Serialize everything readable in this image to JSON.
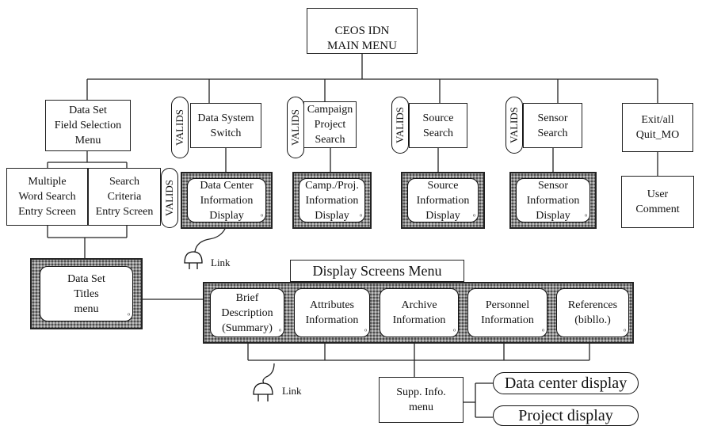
{
  "main_menu": {
    "line1": "CEOS IDN",
    "line2": "MAIN MENU"
  },
  "menu_boxes": {
    "dataset_field": "Data Set\nField Selection\nMenu",
    "data_system": "Data System\nSwitch",
    "campaign": "Campaign\nProject\nSearch",
    "source": "Source\nSearch",
    "sensor": "Sensor\nSearch",
    "exit": "Exit/all\nQuit_MO",
    "multiple_word": "Multiple\nWord Search\nEntry Screen",
    "search_criteria": "Search\nCriteria\nEntry Screen",
    "user_comment": "User\nComment",
    "supp_info": "Supp. Info.\nmenu"
  },
  "valids_label": "VALIDS",
  "info_screens": {
    "data_center": "Data Center\nInformation\nDisplay",
    "camp_proj": "Camp./Proj.\nInformation\nDisplay",
    "source": "Source\nInformation\nDisplay",
    "sensor": "Sensor\nInformation\nDisplay",
    "dataset_titles": "Data Set\nTitles\nmenu"
  },
  "display_screens_menu": {
    "title": "Display Screens Menu",
    "items": [
      "Brief\nDescription\n(Summary)",
      "Attributes\nInformation",
      "Archive\nInformation",
      "Personnel\nInformation",
      "References\n(bibllo.)"
    ]
  },
  "displays": {
    "data_center": "Data center display",
    "project": "Project display"
  },
  "link_label": "Link",
  "corner_glyph": "ᵒ"
}
